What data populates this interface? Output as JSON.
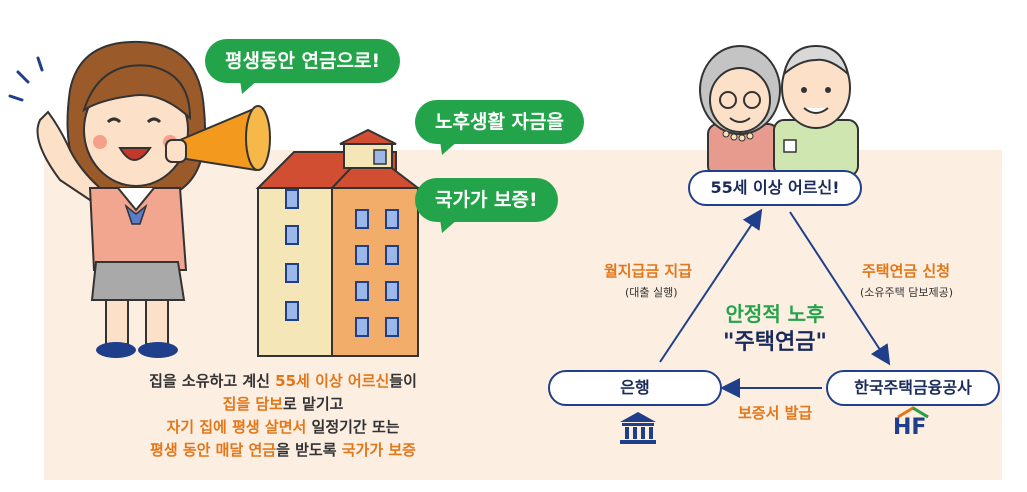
{
  "bubbles": {
    "b1": "평생동안 연금으로!",
    "b2": "노후생활 자금을",
    "b3": "국가가 보증!"
  },
  "description": {
    "line1_pre": "집을 소유하고 계신 ",
    "line1_hl": "55세 이상 어르신",
    "line1_post": "들이",
    "line2_hl": "집을 담보",
    "line2_post": "로 맡기고",
    "line3_hl": "자기 집에 평생 살면서",
    "line3_post": " 일정기간 또는",
    "line4_hl1": "평생 동안 매달 연금",
    "line4_mid": "을 받도록 ",
    "line4_hl2": "국가가 보증"
  },
  "nodes": {
    "seniors": "55세 이상 어르신!",
    "bank": "은행",
    "hf_corp": "한국주택금융공사"
  },
  "edges": {
    "left_main": "월지급금 지급",
    "left_sub": "(대출 실행)",
    "right_main": "주택연금 신청",
    "right_sub": "(소유주택 담보제공)",
    "bottom": "보증서 발급"
  },
  "center": {
    "line1": "안정적 노후",
    "line2": "\"주택연금\""
  },
  "logo": {
    "text": "HF"
  },
  "colors": {
    "green": "#23a44a",
    "orange": "#e2771a",
    "navy": "#1f3f8a",
    "panel": "#fdeee2"
  }
}
